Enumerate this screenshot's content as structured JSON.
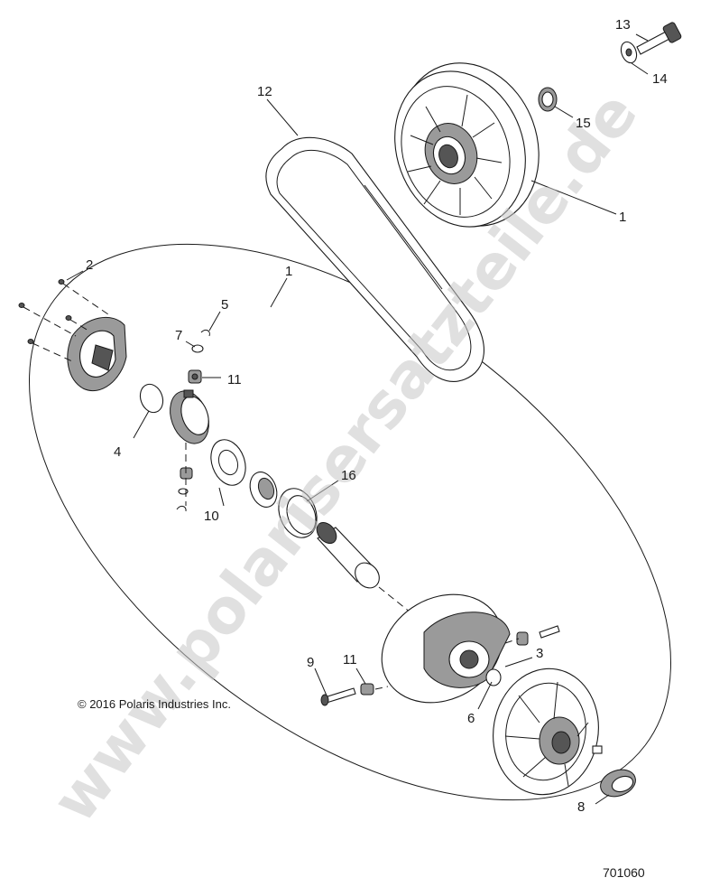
{
  "callouts": {
    "c1a": "1",
    "c1b": "1",
    "c2": "2",
    "c3": "3",
    "c4": "4",
    "c5": "5",
    "c6": "6",
    "c7": "7",
    "c8": "8",
    "c9": "9",
    "c10": "10",
    "c11a": "11",
    "c11b": "11",
    "c12": "12",
    "c13": "13",
    "c14": "14",
    "c15": "15",
    "c16": "16"
  },
  "copyright": "© 2016 Polaris Industries Inc.",
  "figure_number": "701060",
  "watermark": "www.polarisersatzteile.de"
}
